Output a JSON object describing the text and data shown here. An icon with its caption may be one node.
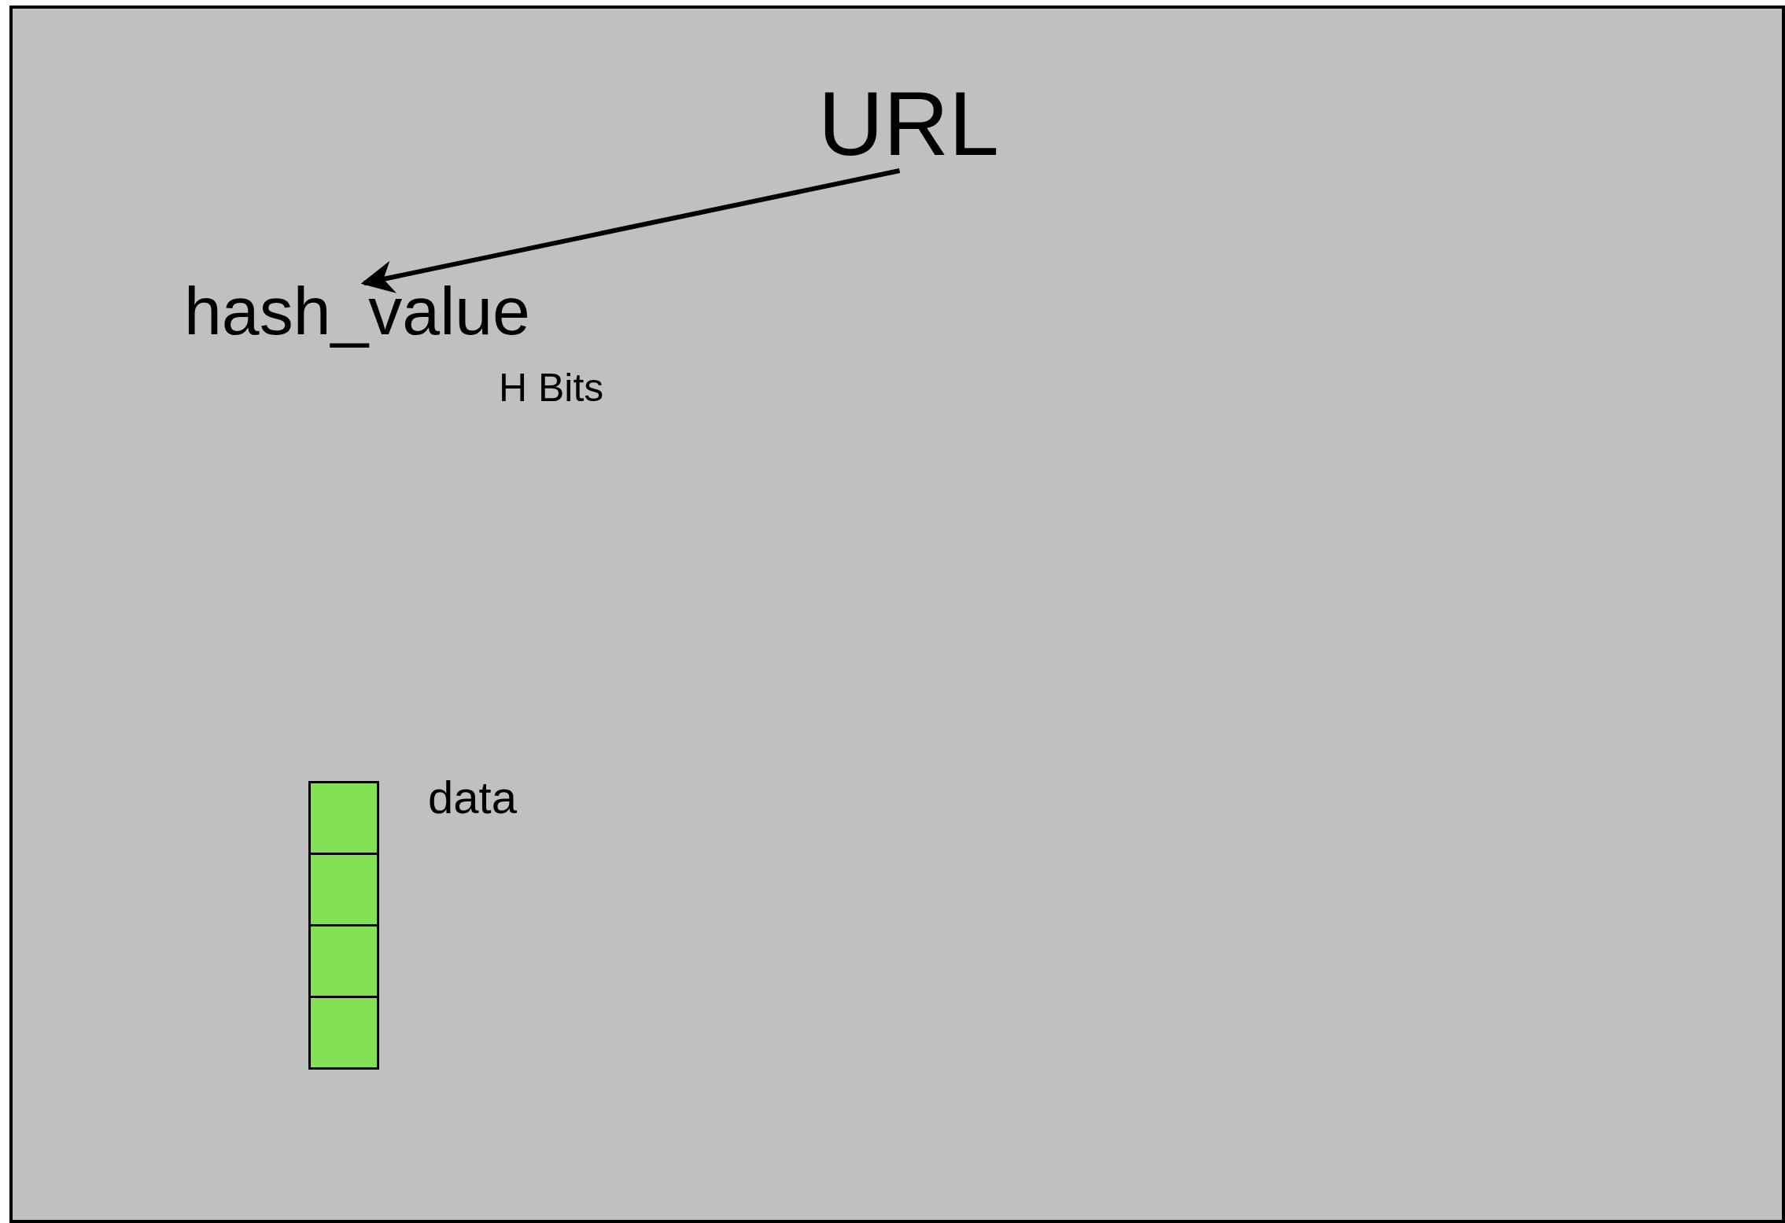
{
  "diagram": {
    "nodes": [
      {
        "text": [
          "URL"
        ]
      },
      {
        "text": [
          "hash_value"
        ],
        "beside": [
          "H Bits"
        ]
      },
      {
        "text": [],
        "shape": "box"
      },
      {
        "text": [],
        "shape": "box"
      },
      {
        "text": [],
        "shape": "box"
      },
      {
        "text": [],
        "shape": "box"
      }
    ],
    "edges": [
      {
        "from": 0,
        "to": 1,
        "arrow": "to"
      }
    ],
    "labels": [
      "data"
    ]
  }
}
